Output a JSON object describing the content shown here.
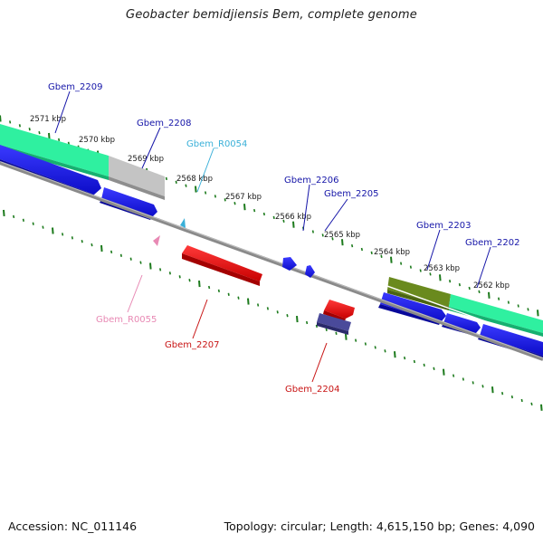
{
  "title": "Geobacter bemidjiensis Bem, complete genome",
  "footer": {
    "accession": "Accession: NC_011146",
    "summary": "Topology: circular; Length: 4,615,150 bp; Genes: 4,090"
  },
  "colors": {
    "gene_label": "#1515a8",
    "rna_label": "#3ab0d8",
    "pseudo_label": "#e889b4",
    "red_label": "#c81414",
    "cds_blue": "#1212e0",
    "cds_red": "#ee1111",
    "highlight_green": "#2ff0a0",
    "highlight_olive": "#6a8a1e",
    "highlight_gray": "#bdbdbd",
    "ruler_tick": "#1c7a1c",
    "backbone": "#8a8a8a"
  },
  "ruler_labels": [
    "2571 kbp",
    "2570 kbp",
    "2569 kbp",
    "2568 kbp",
    "2567 kbp",
    "2566 kbp",
    "2565 kbp",
    "2564 kbp",
    "2563 kbp",
    "2562 kbp"
  ],
  "gene_labels": {
    "g2209": "Gbem_2209",
    "g2208": "Gbem_2208",
    "r0054": "Gbem_R0054",
    "g2206": "Gbem_2206",
    "g2205": "Gbem_2205",
    "g2203": "Gbem_2203",
    "g2202": "Gbem_2202",
    "r0055": "Gbem_R0055",
    "g2207": "Gbem_2207",
    "g2204": "Gbem_2204"
  }
}
